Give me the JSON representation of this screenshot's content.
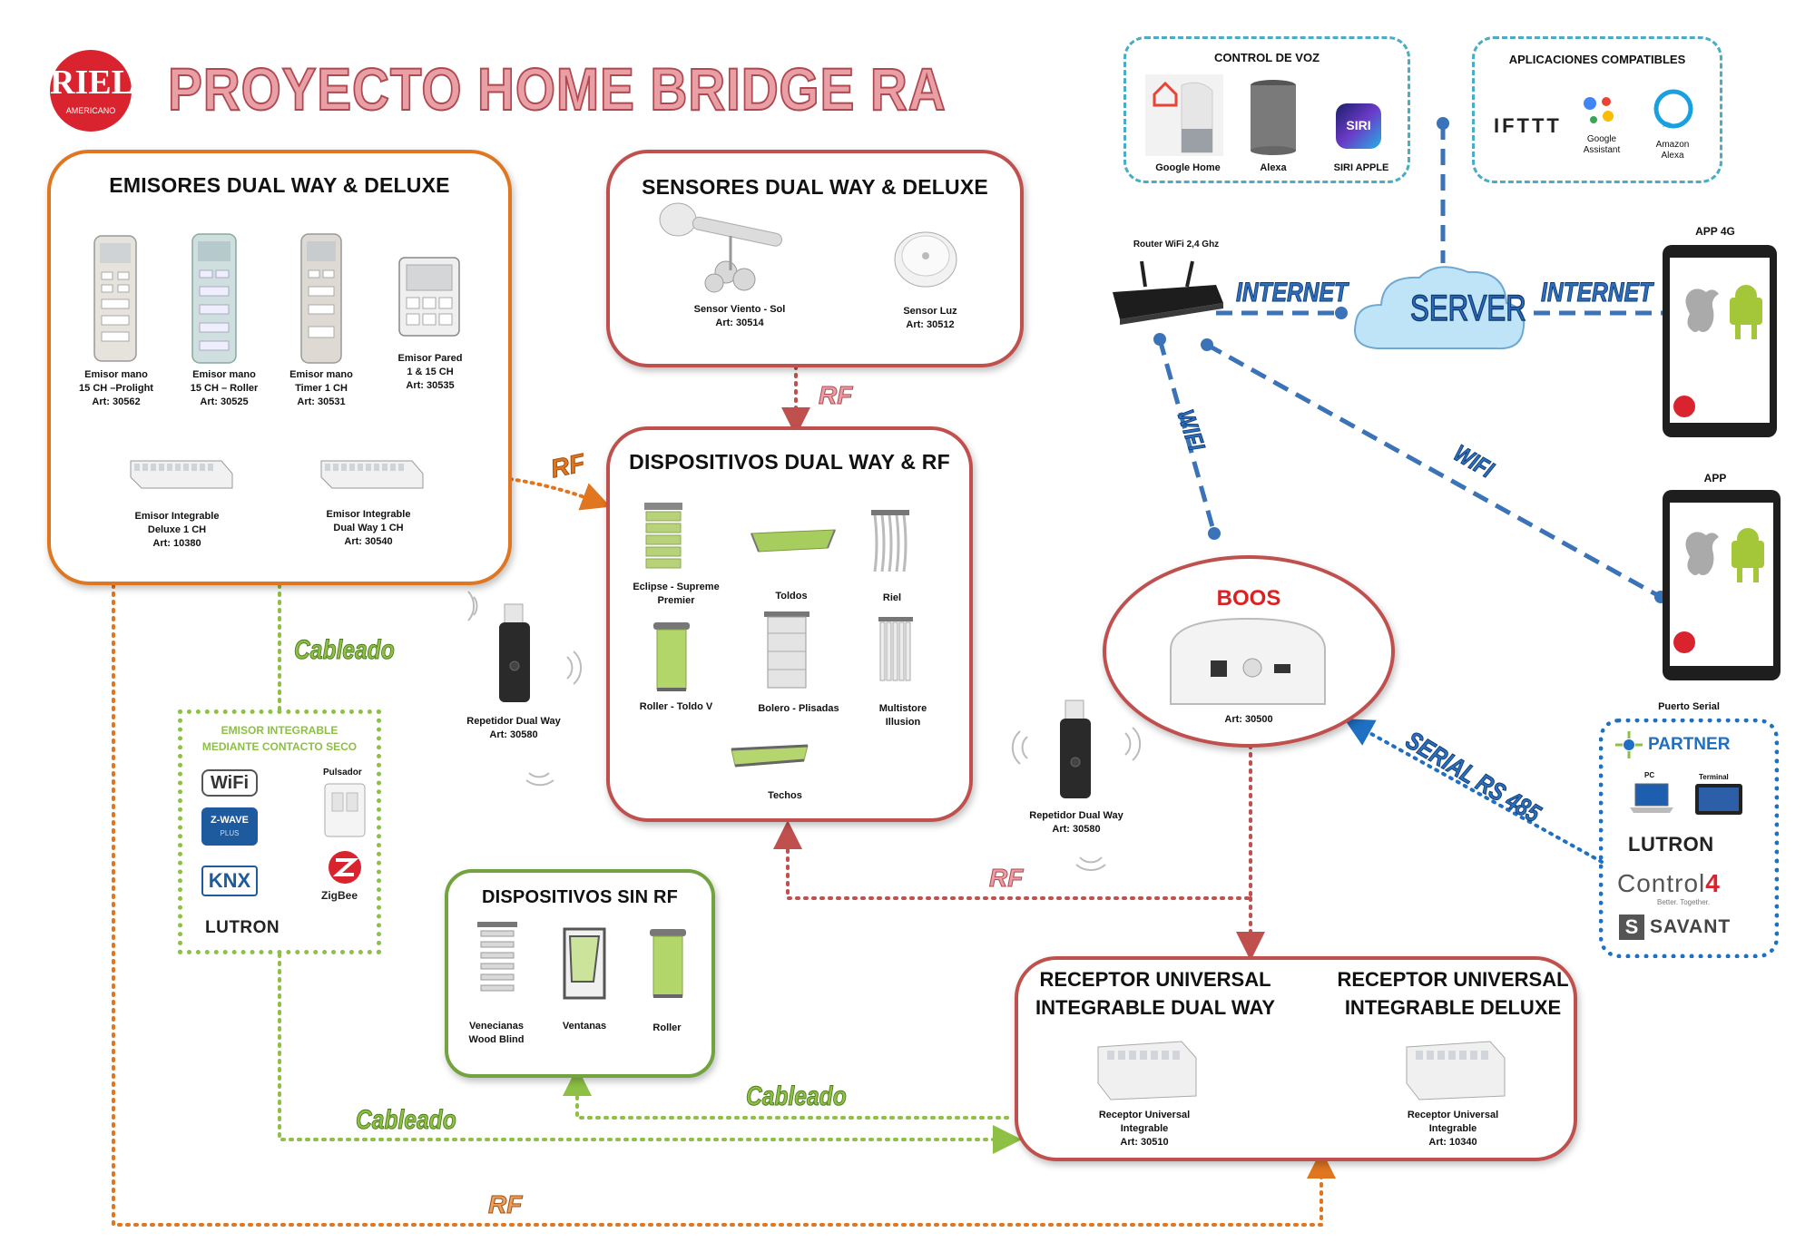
{
  "header": {
    "logo_text": "RIEL",
    "logo_sub": "AMERICANO",
    "title": "PROYECTO HOME BRIDGE RA"
  },
  "emisores": {
    "title": "EMISORES DUAL WAY & DELUXE",
    "items": [
      {
        "caption": "Emisor mano\n15 CH –Prolight\nArt: 30562"
      },
      {
        "caption": "Emisor mano\n15 CH – Roller\nArt: 30525"
      },
      {
        "caption": "Emisor mano\nTimer 1 CH\nArt: 30531"
      },
      {
        "caption": "Emisor Pared\n1 & 15 CH\nArt: 30535"
      },
      {
        "caption": "Emisor Integrable\nDeluxe 1 CH\nArt: 10380"
      },
      {
        "caption": "Emisor Integrable\nDual Way 1 CH\nArt: 30540"
      }
    ]
  },
  "sensores": {
    "title": "SENSORES DUAL WAY & DELUXE",
    "items": [
      {
        "caption": "Sensor Viento - Sol\nArt: 30514"
      },
      {
        "caption": "Sensor Luz\nArt: 30512"
      }
    ]
  },
  "dispositivos_rf": {
    "title": "DISPOSITIVOS DUAL WAY & RF",
    "items": [
      {
        "caption": "Eclipse - Supreme\nPremier"
      },
      {
        "caption": "Toldos"
      },
      {
        "caption": "Riel"
      },
      {
        "caption": "Roller - Toldo V"
      },
      {
        "caption": "Bolero - Plisadas"
      },
      {
        "caption": "Multistore\nIllusion"
      },
      {
        "caption": "Techos"
      }
    ]
  },
  "dispositivos_sin_rf": {
    "title": "DISPOSITIVOS SIN RF",
    "items": [
      {
        "caption": "Venecianas\nWood Blind"
      },
      {
        "caption": "Ventanas"
      },
      {
        "caption": "Roller"
      }
    ]
  },
  "repetidor_left": {
    "caption": "Repetidor Dual Way\nArt: 30580"
  },
  "repetidor_right": {
    "caption": "Repetidor Dual Way\nArt: 30580"
  },
  "emisor_seco": {
    "title": "EMISOR INTEGRABLE\nMEDIANTE CONTACTO SECO",
    "pulsador": "Pulsador",
    "wifi": "WiFi",
    "zwave": "Z-WAVE",
    "zwave_sub": "PLUS",
    "knx": "KNX",
    "zigbee": "ZigBee",
    "lutron": "LUTRON"
  },
  "boos": {
    "title": "BOOS",
    "caption": "Art: 30500"
  },
  "receptores": {
    "title_left": "RECEPTOR UNIVERSAL\nINTEGRABLE DUAL WAY",
    "title_right": "RECEPTOR UNIVERSAL\nINTEGRABLE DELUXE",
    "caption_left": "Receptor Universal\nIntegrable\nArt: 30510",
    "caption_right": "Receptor Universal\nIntegrable\nArt: 10340"
  },
  "control_voz": {
    "title": "CONTROL DE VOZ",
    "items": [
      "Google Home",
      "Alexa",
      "SIRI APPLE"
    ],
    "siri_badge": "SIRI"
  },
  "aplicaciones": {
    "title": "APLICACIONES COMPATIBLES",
    "ifttt": "IFTTT",
    "google_assistant": "Google\nAssistant",
    "amazon_alexa": "Amazon\nAlexa"
  },
  "router": {
    "caption": "Router WiFi 2,4 Ghz"
  },
  "server": {
    "label": "SERVER"
  },
  "app_4g": {
    "caption": "APP 4G"
  },
  "app": {
    "caption": "APP"
  },
  "partner": {
    "port_label": "Puerto Serial",
    "title": "PARTNER",
    "pc": "PC",
    "terminal": "Terminal",
    "lutron": "LUTRON",
    "control4": "Control",
    "control4_num": "4",
    "control4_sub": "Better. Together.",
    "savant": "SAVANT"
  },
  "flows": {
    "rf_sensor": "RF",
    "rf_emisor": "RF",
    "rf_boos": "RF",
    "rf_bottom": "RF",
    "cableado_vertical": "Cableado",
    "cableado_bottom": "Cableado",
    "cableado_sinrf": "Cableado",
    "internet_left": "INTERNET",
    "internet_right": "INTERNET",
    "wifi_boos": "WIFI",
    "wifi_app": "WIFI",
    "serial": "SERIAL RS 485"
  },
  "colors": {
    "orange": "#e0761f",
    "red": "#c0504d",
    "green": "#8dc044",
    "blue": "#2e6fba",
    "teal": "#4bacc6",
    "title_pink": "#e8a0a6"
  }
}
